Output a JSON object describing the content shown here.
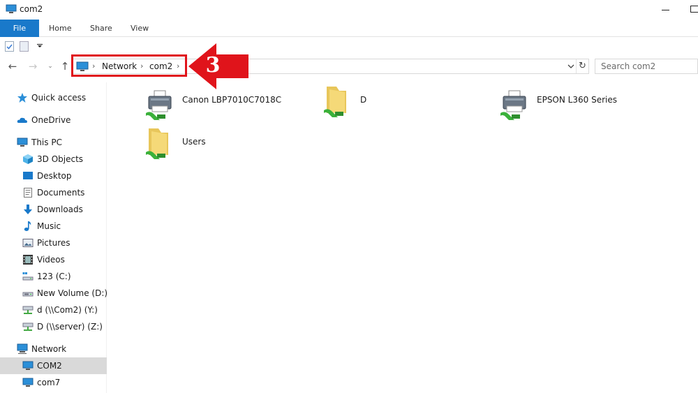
{
  "window": {
    "title": "com2"
  },
  "ribbon": {
    "tabs": [
      "File",
      "Home",
      "Share",
      "View"
    ]
  },
  "address": {
    "crumbs": [
      "Network",
      "com2"
    ],
    "search_placeholder": "Search com2"
  },
  "annotation": {
    "step_number": "3",
    "color": "#e0141b"
  },
  "sidebar": {
    "items": [
      {
        "label": "Quick access",
        "icon": "star-icon"
      },
      {
        "label": "OneDrive",
        "icon": "cloud-icon"
      },
      {
        "label": "This PC",
        "icon": "computer-icon"
      },
      {
        "label": "3D Objects",
        "icon": "cube-icon"
      },
      {
        "label": "Desktop",
        "icon": "desktop-icon"
      },
      {
        "label": "Documents",
        "icon": "document-icon"
      },
      {
        "label": "Downloads",
        "icon": "download-icon"
      },
      {
        "label": "Music",
        "icon": "music-icon"
      },
      {
        "label": "Pictures",
        "icon": "pictures-icon"
      },
      {
        "label": "Videos",
        "icon": "video-icon"
      },
      {
        "label": "123 (C:)",
        "icon": "drive-icon"
      },
      {
        "label": "New Volume (D:)",
        "icon": "drive-icon"
      },
      {
        "label": "d (\\\\Com2) (Y:)",
        "icon": "network-drive-icon"
      },
      {
        "label": "D (\\\\server) (Z:)",
        "icon": "network-drive-icon"
      },
      {
        "label": "Network",
        "icon": "network-icon"
      },
      {
        "label": "COM2",
        "icon": "computer-icon"
      },
      {
        "label": "com7",
        "icon": "computer-icon"
      }
    ]
  },
  "content": {
    "items": [
      {
        "name": "Canon LBP7010C7018C",
        "icon": "shared-printer-icon"
      },
      {
        "name": "D",
        "icon": "shared-folder-icon"
      },
      {
        "name": "EPSON L360 Series",
        "icon": "shared-printer-icon"
      },
      {
        "name": "Users",
        "icon": "shared-folder-icon"
      }
    ]
  }
}
